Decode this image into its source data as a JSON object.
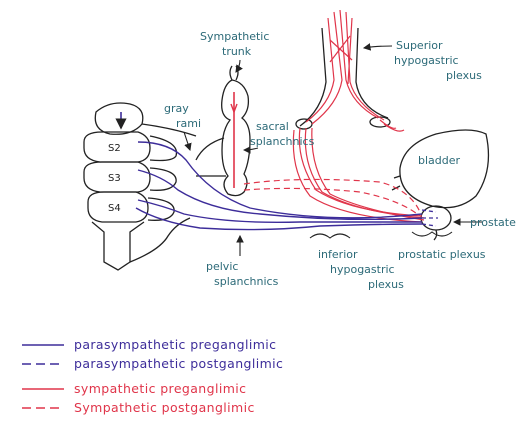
{
  "labels": {
    "sympathetic_trunk": [
      "Sympathetic",
      "trunk"
    ],
    "superior_hypogastric_plexus": [
      "Superior",
      "hypogastric",
      "plexus"
    ],
    "gray_rami": [
      "gray",
      "rami"
    ],
    "sacral_splanchnics": [
      "sacral",
      "splanchnics"
    ],
    "bladder": "bladder",
    "prostate": "prostate",
    "prostatic_plexus": "prostatic plexus",
    "inferior_hypogastric_plexus": [
      "inferior",
      "hypogastric",
      "plexus"
    ],
    "pelvic_splanchnics": [
      "pelvic",
      "splanchnics"
    ],
    "segments": [
      "S2",
      "S3",
      "S4"
    ]
  },
  "legend": [
    {
      "text": "parasympathetic preganglimic",
      "color": "#3d2d9a",
      "style": "solid"
    },
    {
      "text": "parasympathetic postganglimic",
      "color": "#3d2d9a",
      "style": "dashed"
    },
    {
      "text": "sympathetic preganglimic",
      "color": "#e0354a",
      "style": "solid"
    },
    {
      "text": "Sympathetic postganglimic",
      "color": "#e0354a",
      "style": "dashed"
    }
  ],
  "colors": {
    "parasympathetic": "#3d2d9a",
    "sympathetic": "#e0354a",
    "label": "#2c6a78",
    "outline": "#222222"
  }
}
